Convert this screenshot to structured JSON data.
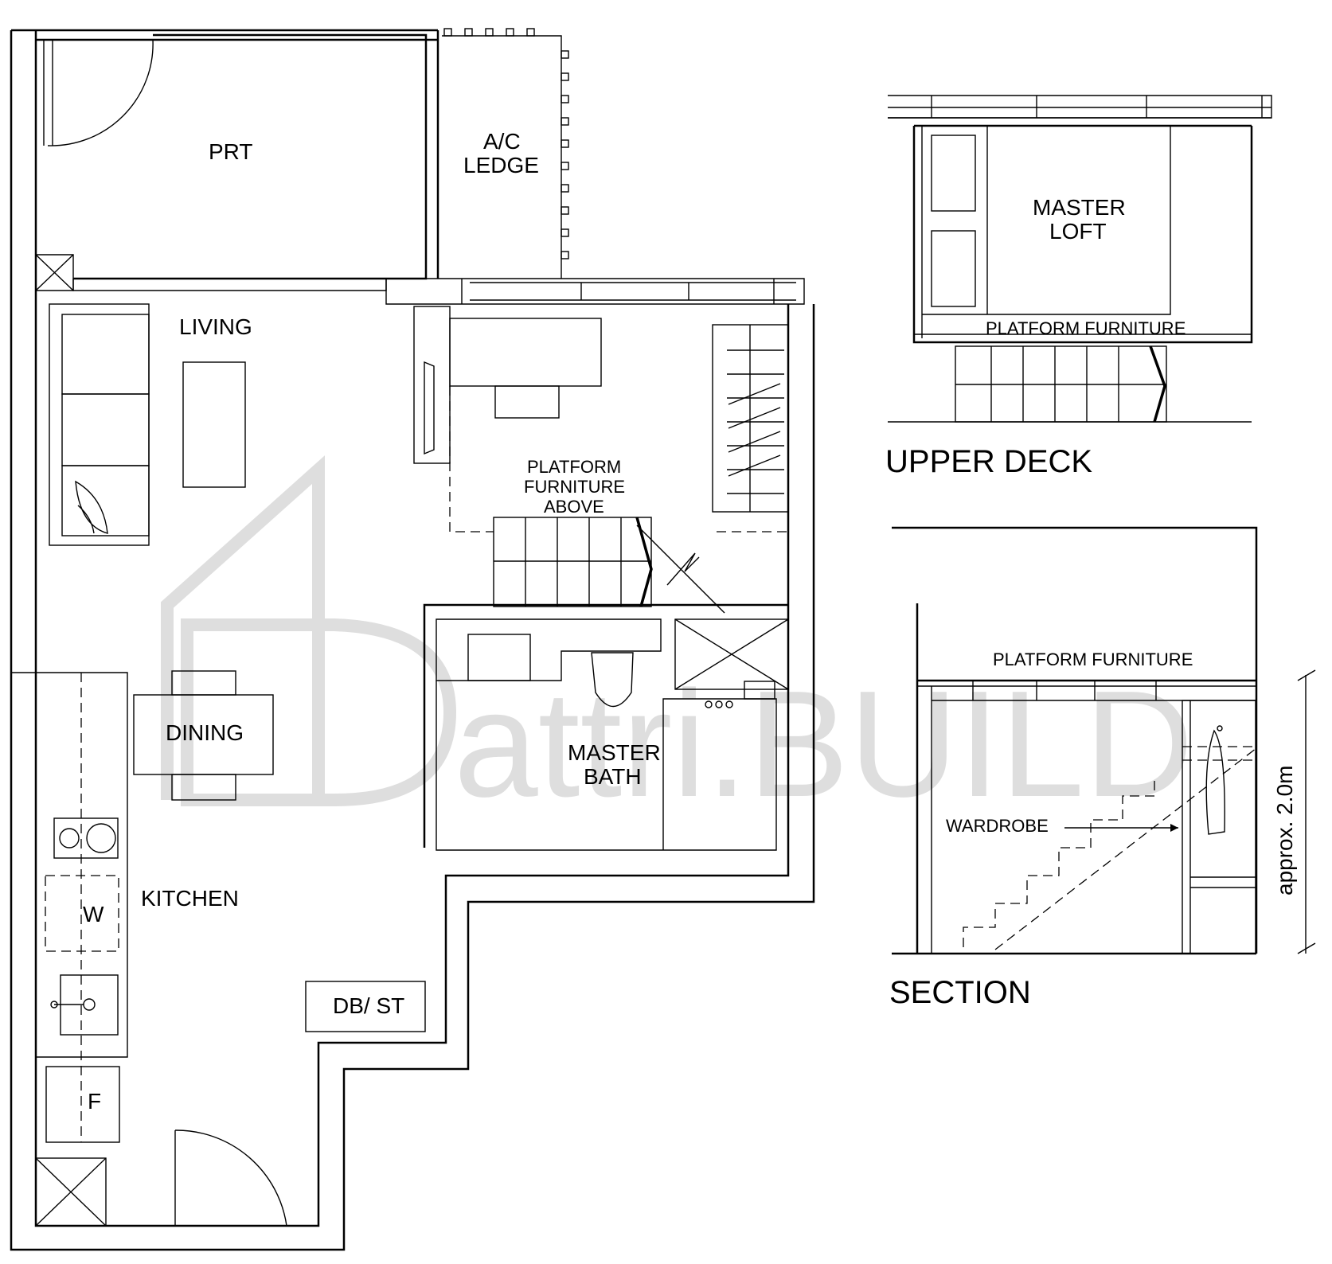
{
  "plan": {
    "rooms": {
      "prt": "PRT",
      "ac_ledge_1": "A/C",
      "ac_ledge_2": "LEDGE",
      "living": "LIVING",
      "dining": "DINING",
      "kitchen": "KITCHEN",
      "washer": "W",
      "fridge": "F",
      "db_st": "DB/ ST",
      "platform_above_1": "PLATFORM",
      "platform_above_2": "FURNITURE",
      "platform_above_3": "ABOVE",
      "master_bath_1": "MASTER",
      "master_bath_2": "BATH"
    }
  },
  "upper_deck": {
    "title": "UPPER DECK",
    "loft_1": "MASTER",
    "loft_2": "LOFT",
    "platform": "PLATFORM FURNITURE"
  },
  "section": {
    "title": "SECTION",
    "platform": "PLATFORM FURNITURE",
    "wardrobe": "WARDROBE",
    "height_note": "approx. 2.0m"
  },
  "watermark": {
    "text": "attri.BUILD"
  }
}
